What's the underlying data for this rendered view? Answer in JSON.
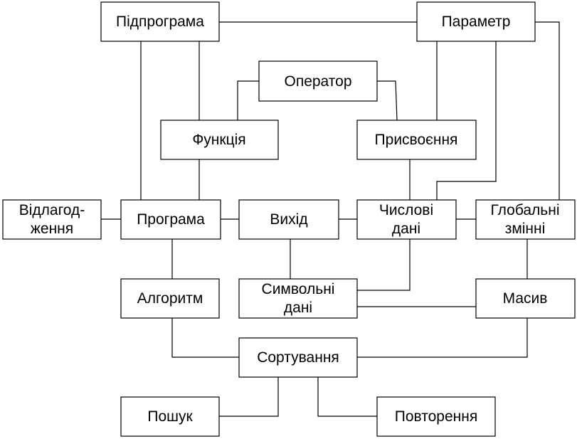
{
  "nodes": {
    "pidprohrama": {
      "label": "Підпрограма"
    },
    "parametr": {
      "label": "Параметр"
    },
    "operator": {
      "label": "Оператор"
    },
    "funktsiia": {
      "label": "Функція"
    },
    "prysvoiennia": {
      "label": "Присвоєння"
    },
    "vidlahodzhennia": {
      "line1": "Відлагод-",
      "line2": "ження"
    },
    "prohrama": {
      "label": "Програма"
    },
    "vykhid": {
      "label": "Вихід"
    },
    "chyslovi_dani": {
      "line1": "Числові",
      "line2": "дані"
    },
    "hlobalni_zminni": {
      "line1": "Глобальні",
      "line2": "змінні"
    },
    "alhorytm": {
      "label": "Алгоритм"
    },
    "symvolni_dani": {
      "line1": "Символьні",
      "line2": "дані"
    },
    "masyv": {
      "label": "Масив"
    },
    "sortuvannia": {
      "label": "Сортування"
    },
    "poshuk": {
      "label": "Пошук"
    },
    "povtorennia": {
      "label": "Повторення"
    }
  }
}
